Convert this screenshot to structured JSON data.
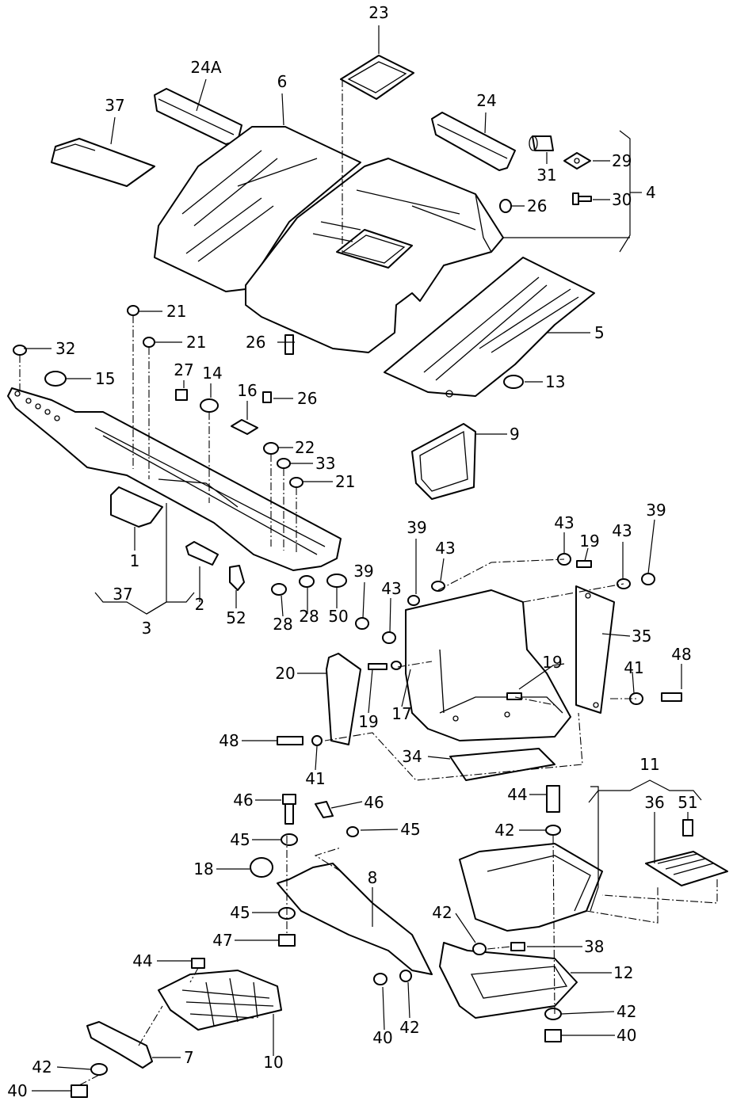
{
  "diagram": {
    "callouts": [
      {
        "id": "c23",
        "text": "23"
      },
      {
        "id": "c24a",
        "text": "24A"
      },
      {
        "id": "c6",
        "text": "6"
      },
      {
        "id": "c37a",
        "text": "37"
      },
      {
        "id": "c24",
        "text": "24"
      },
      {
        "id": "c29",
        "text": "29"
      },
      {
        "id": "c31",
        "text": "31"
      },
      {
        "id": "c4",
        "text": "4"
      },
      {
        "id": "c30",
        "text": "30"
      },
      {
        "id": "c26a",
        "text": "26"
      },
      {
        "id": "c5",
        "text": "5"
      },
      {
        "id": "c21a",
        "text": "21"
      },
      {
        "id": "c32",
        "text": "32"
      },
      {
        "id": "c21b",
        "text": "21"
      },
      {
        "id": "c26b",
        "text": "26"
      },
      {
        "id": "c15",
        "text": "15"
      },
      {
        "id": "c27",
        "text": "27"
      },
      {
        "id": "c14",
        "text": "14"
      },
      {
        "id": "c16",
        "text": "16"
      },
      {
        "id": "c26c",
        "text": "26"
      },
      {
        "id": "c13",
        "text": "13"
      },
      {
        "id": "c9",
        "text": "9"
      },
      {
        "id": "c22",
        "text": "22"
      },
      {
        "id": "c33",
        "text": "33"
      },
      {
        "id": "c21c",
        "text": "21"
      },
      {
        "id": "c1",
        "text": "1"
      },
      {
        "id": "c39a",
        "text": "39"
      },
      {
        "id": "c43a",
        "text": "43"
      },
      {
        "id": "c43b",
        "text": "43"
      },
      {
        "id": "c19a",
        "text": "19"
      },
      {
        "id": "c43c",
        "text": "43"
      },
      {
        "id": "c39b",
        "text": "39"
      },
      {
        "id": "c37b",
        "text": "37"
      },
      {
        "id": "c2",
        "text": "2"
      },
      {
        "id": "c39c",
        "text": "39"
      },
      {
        "id": "c43d",
        "text": "43"
      },
      {
        "id": "c3",
        "text": "3"
      },
      {
        "id": "c52",
        "text": "52"
      },
      {
        "id": "c28a",
        "text": "28"
      },
      {
        "id": "c28b",
        "text": "28"
      },
      {
        "id": "c50",
        "text": "50"
      },
      {
        "id": "c35",
        "text": "35"
      },
      {
        "id": "c19b",
        "text": "19"
      },
      {
        "id": "c48a",
        "text": "48"
      },
      {
        "id": "c20",
        "text": "20"
      },
      {
        "id": "c41a",
        "text": "41"
      },
      {
        "id": "c19c",
        "text": "19"
      },
      {
        "id": "c17",
        "text": "17"
      },
      {
        "id": "c48b",
        "text": "48"
      },
      {
        "id": "c34",
        "text": "34"
      },
      {
        "id": "c41b",
        "text": "41"
      },
      {
        "id": "c11",
        "text": "11"
      },
      {
        "id": "c46a",
        "text": "46"
      },
      {
        "id": "c46b",
        "text": "46"
      },
      {
        "id": "c44a",
        "text": "44"
      },
      {
        "id": "c36",
        "text": "36"
      },
      {
        "id": "c51",
        "text": "51"
      },
      {
        "id": "c45a",
        "text": "45"
      },
      {
        "id": "c45b",
        "text": "45"
      },
      {
        "id": "c42a",
        "text": "42"
      },
      {
        "id": "c18",
        "text": "18"
      },
      {
        "id": "c8",
        "text": "8"
      },
      {
        "id": "c45c",
        "text": "45"
      },
      {
        "id": "c47",
        "text": "47"
      },
      {
        "id": "c42b",
        "text": "42"
      },
      {
        "id": "c38",
        "text": "38"
      },
      {
        "id": "c44b",
        "text": "44"
      },
      {
        "id": "c12",
        "text": "12"
      },
      {
        "id": "c42c",
        "text": "42"
      },
      {
        "id": "c40a",
        "text": "40"
      },
      {
        "id": "c42d",
        "text": "42"
      },
      {
        "id": "c40b",
        "text": "40"
      },
      {
        "id": "c7",
        "text": "7"
      },
      {
        "id": "c10",
        "text": "10"
      },
      {
        "id": "c42e",
        "text": "42"
      },
      {
        "id": "c40c",
        "text": "40"
      }
    ]
  }
}
